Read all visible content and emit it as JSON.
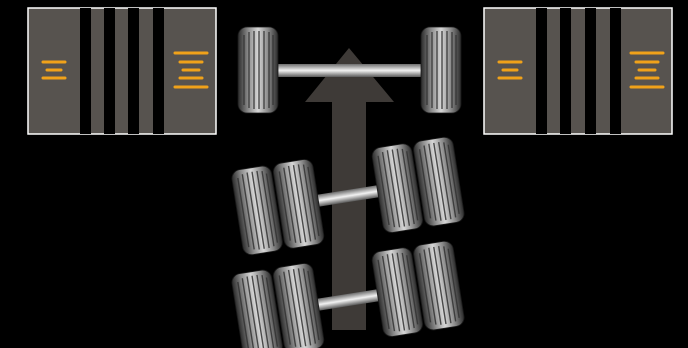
{
  "scene": {
    "description_icons": [
      "tire-tread-panel-left",
      "tire-tread-panel-right",
      "direction-arrow",
      "steer-axle",
      "drive-axle-front",
      "drive-axle-rear"
    ],
    "colors": {
      "background": "#000000",
      "panel_fill": "#57534f",
      "panel_border": "#ffffff",
      "wear_indicator": "#f0a21a",
      "arrow": "#3e3a37"
    }
  }
}
